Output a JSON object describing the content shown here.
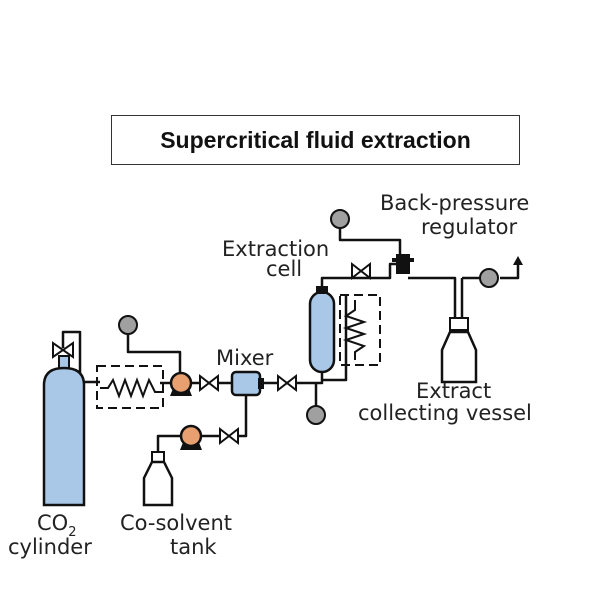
{
  "title": "Supercritical fluid extraction",
  "labels": {
    "back_pressure_1": "Back-pressure",
    "back_pressure_2": "regulator",
    "extraction_1": "Extraction",
    "extraction_2": "cell",
    "mixer": "Mixer",
    "extract_1": "Extract",
    "extract_2": "collecting vessel",
    "co2_main": "CO",
    "co2_sub": "2",
    "cylinder": "cylinder",
    "cosolvent_1": "Co-solvent",
    "cosolvent_2": "tank"
  },
  "colors": {
    "vessel_fill": "#a9c8e8",
    "pump_fill": "#e8a070",
    "gauge_fill": "#a0a0a0",
    "line": "#111111"
  }
}
